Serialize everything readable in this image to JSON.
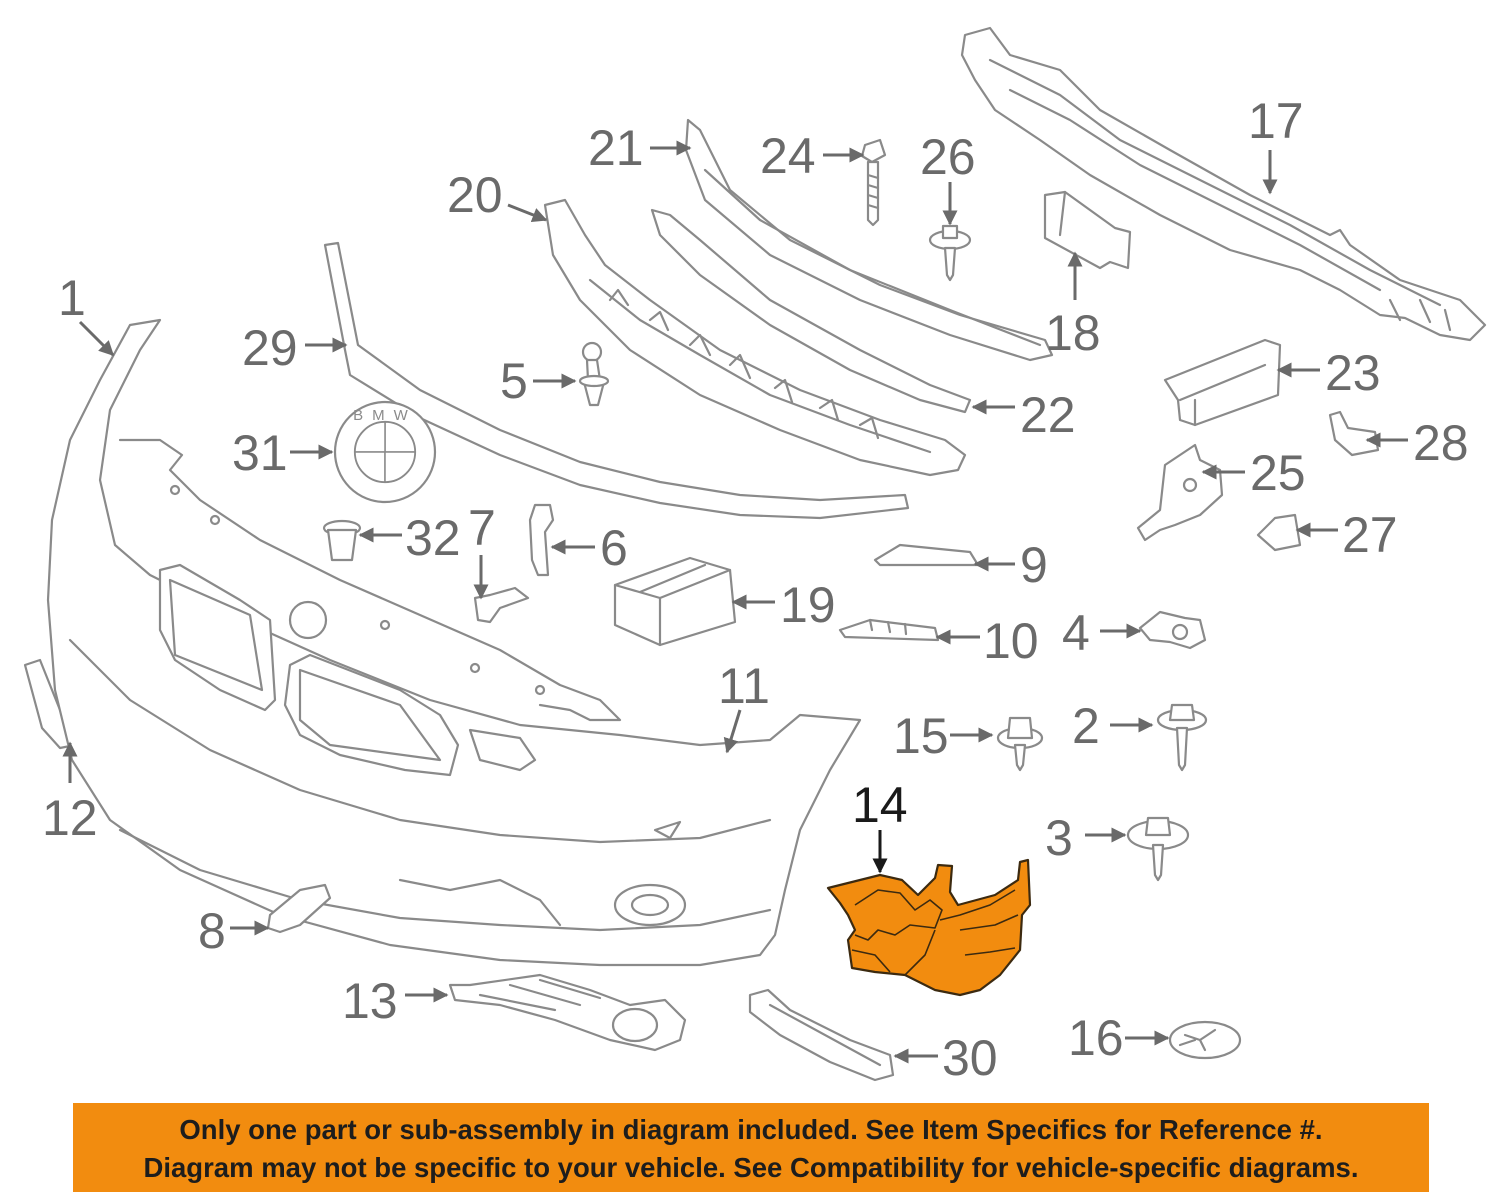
{
  "diagram": {
    "highlighted_part": "14",
    "highlight_color": "#f28c0f",
    "callouts": [
      "1",
      "2",
      "3",
      "4",
      "5",
      "6",
      "7",
      "8",
      "9",
      "10",
      "11",
      "12",
      "13",
      "14",
      "15",
      "16",
      "17",
      "18",
      "19",
      "20",
      "21",
      "22",
      "23",
      "24",
      "25",
      "26",
      "27",
      "28",
      "29",
      "30",
      "31",
      "32"
    ],
    "emblem_letters": "BMW"
  },
  "notice": {
    "background": "#f28c0f",
    "line1": "Only one part or sub-assembly in diagram included. See Item Specifics for Reference #.",
    "line2": "Diagram may not be specific to your vehicle. See Compatibility for vehicle-specific diagrams."
  }
}
